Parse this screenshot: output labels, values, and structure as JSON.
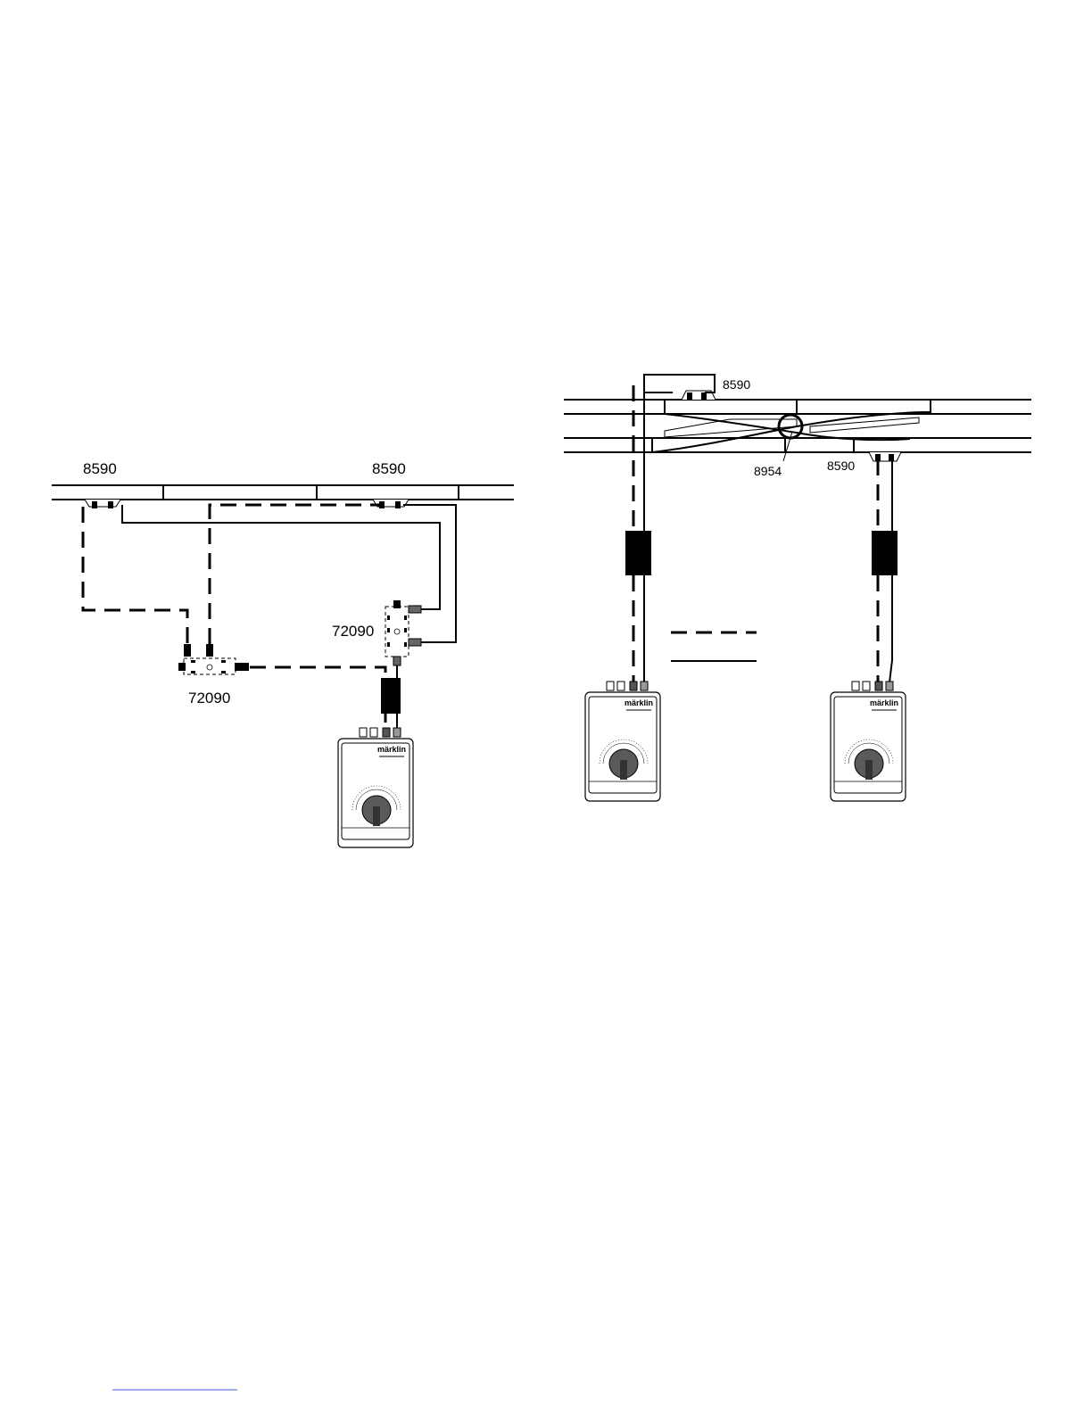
{
  "labels": {
    "clip_left": "8590",
    "clip_mid": "8590",
    "clip_top_right": "8590",
    "clip_bottom_right": "8590",
    "insulation": "8954",
    "distributor_right": "72090",
    "distributor_left": "72090"
  },
  "controller": {
    "logo": "märklin"
  },
  "legend": {
    "dashed": "",
    "solid": ""
  }
}
